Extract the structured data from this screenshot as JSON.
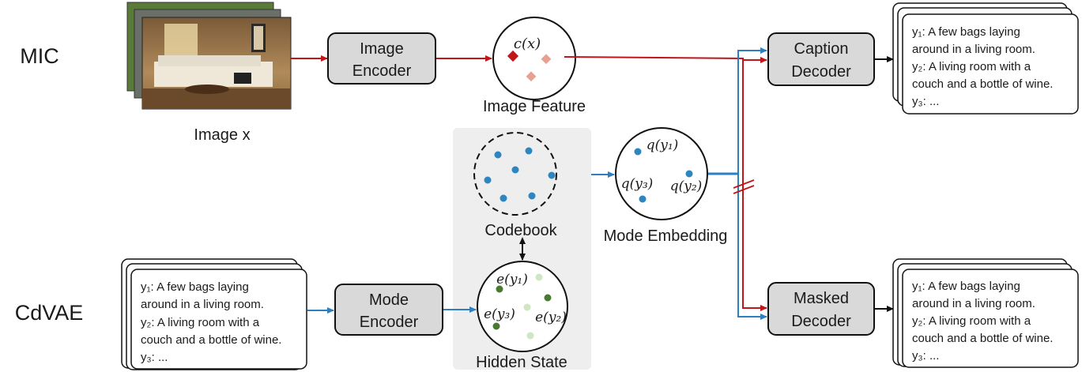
{
  "row_labels": {
    "top": "MIC",
    "bottom": "CdVAE"
  },
  "image": {
    "caption": "Image x"
  },
  "boxes": {
    "image_encoder": [
      "Image",
      "Encoder"
    ],
    "mode_encoder": [
      "Mode",
      "Encoder"
    ],
    "caption_decoder": [
      "Caption",
      "Decoder"
    ],
    "masked_decoder": [
      "Masked",
      "Decoder"
    ]
  },
  "labels": {
    "image_feature": "Image Feature",
    "codebook": "Codebook",
    "mode_embedding": "Mode Embedding",
    "hidden_state": "Hidden State"
  },
  "math": {
    "cx": "c(x)",
    "q1": "q(y₁)",
    "q2": "q(y₂)",
    "q3": "q(y₃)",
    "e1": "e(y₁)",
    "e2": "e(y₂)",
    "e3": "e(y₃)"
  },
  "captions": {
    "line1": "y₁: A few bags laying",
    "line2": "around in a living room.",
    "line3": "y₂: A living room with a",
    "line4": "couch and a bottle of wine.",
    "line5": "y₃: ..."
  },
  "colors": {
    "red_arrow": "#c0161b",
    "blue_arrow": "#2f7ebf",
    "box_fill": "#d9d9d9",
    "panel_bg": "#eeeeee",
    "blue_dot": "#2e86c1",
    "dark_green": "#4a7a32",
    "light_green": "#cfe6c4",
    "red_diamond": "#c0161b",
    "light_diamond": "#e8a090"
  }
}
